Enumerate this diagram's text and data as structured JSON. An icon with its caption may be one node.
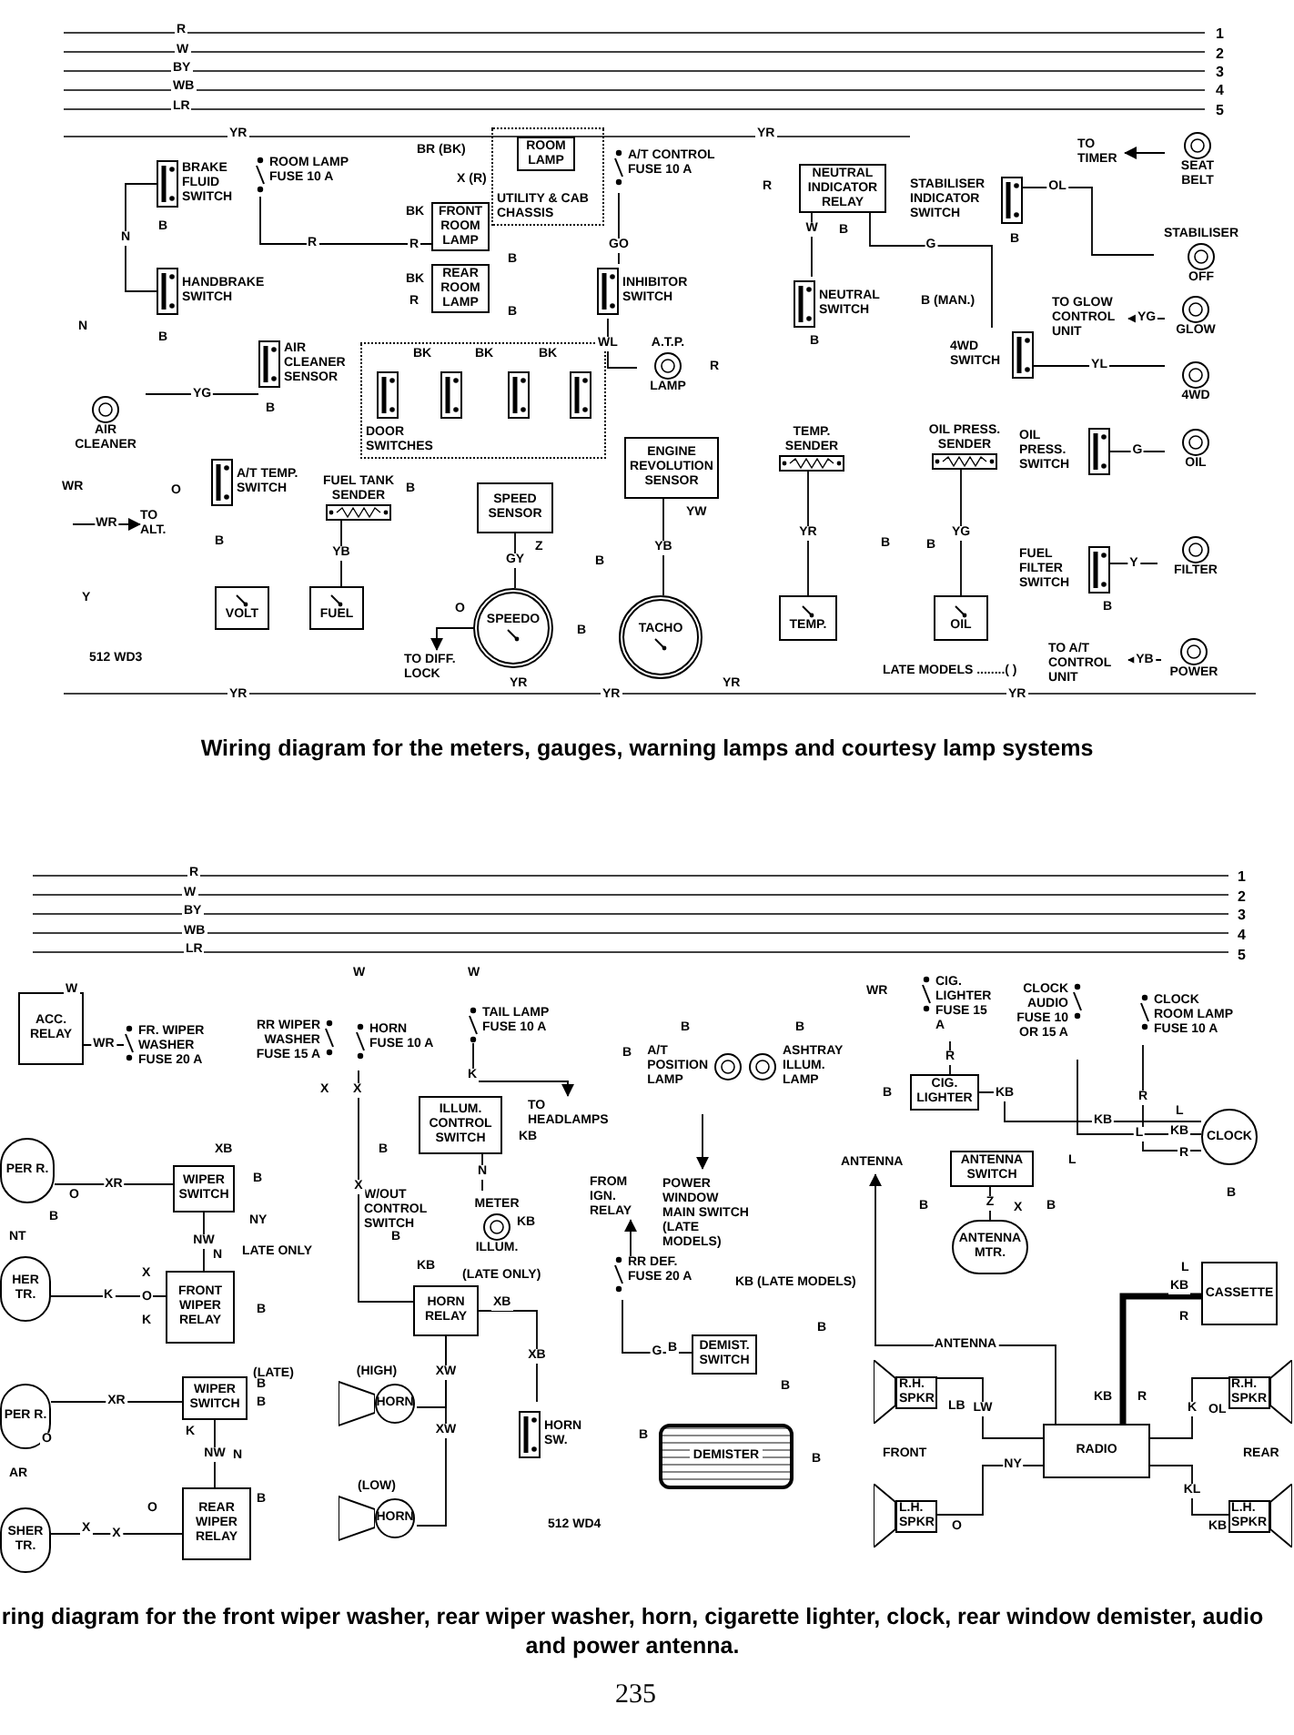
{
  "diagram": {
    "nodes": [
      {
        "text": [
          "BRAKE FLUID SWITCH"
        ]
      },
      {
        "text": [
          "HANDBRAKE SWITCH"
        ]
      },
      {
        "text": [
          "ROOM LAMP FUSE 10 A"
        ]
      },
      {
        "text": [
          "UTILITY & CAB CHASSIS"
        ]
      },
      {
        "text": [
          "ROOM LAMP"
        ],
        "in": 3
      },
      {
        "text": [
          "FRONT ROOM LAMP"
        ]
      },
      {
        "text": [
          "REAR ROOM LAMP"
        ]
      },
      {
        "text": [
          "A/T CONTROL FUSE 10 A"
        ]
      },
      {
        "text": [
          "NEUTRAL INDICATOR RELAY"
        ]
      },
      {
        "text": [
          "STABILISER INDICATOR SWITCH"
        ]
      },
      {
        "text": [
          "SEAT BELT"
        ]
      },
      {
        "text": [
          "TO TIMER"
        ]
      },
      {
        "text": [
          "STABILISER",
          "OFF"
        ]
      },
      {
        "text": [
          "INHIBITOR SWITCH"
        ]
      },
      {
        "text": [
          "NEUTRAL SWITCH"
        ]
      },
      {
        "text": [
          "TO GLOW CONTROL UNIT"
        ]
      },
      {
        "text": [
          "GLOW"
        ]
      },
      {
        "text": [
          "4WD SWITCH"
        ]
      },
      {
        "text": [
          "4WD"
        ]
      },
      {
        "text": [
          "AIR CLEANER SENSOR"
        ]
      },
      {
        "text": [
          "AIR CLEANER"
        ]
      },
      {
        "text": [
          "A.T.P.",
          "LAMP"
        ]
      },
      {
        "text": [
          "DOOR SWITCHES"
        ]
      },
      {
        "text": [],
        "shape": "switch",
        "in": 22
      },
      {
        "text": [],
        "shape": "switch",
        "in": 22
      },
      {
        "text": [],
        "shape": "switch",
        "in": 22
      },
      {
        "text": [],
        "shape": "switch",
        "in": 22
      },
      {
        "text": [
          "ENGINE REVOLUTION SENSOR"
        ]
      },
      {
        "text": [
          "TEMP. SENDER"
        ]
      },
      {
        "text": [
          "OIL PRESS. SENDER"
        ]
      },
      {
        "text": [
          "OIL PRESS. SWITCH"
        ]
      },
      {
        "text": [
          "OIL"
        ]
      },
      {
        "text": [
          "A/T TEMP. SWITCH"
        ]
      },
      {
        "text": [
          "FUEL TANK SENDER"
        ]
      },
      {
        "text": [
          "SPEED SENSOR"
        ]
      },
      {
        "text": [
          "TO ALT."
        ]
      },
      {
        "text": [
          "FUEL FILTER SWITCH"
        ]
      },
      {
        "text": [
          "FILTER"
        ]
      },
      {
        "text": [
          "VOLT"
        ]
      },
      {
        "text": [
          "FUEL"
        ]
      },
      {
        "text": [
          "SPEEDO"
        ]
      },
      {
        "text": [
          "TACHO"
        ]
      },
      {
        "text": [
          "TEMP."
        ]
      },
      {
        "text": [
          "OIL"
        ]
      },
      {
        "text": [
          "TO DIFF. LOCK"
        ]
      },
      {
        "text": [
          "TO A/T CONTROL UNIT"
        ]
      },
      {
        "text": [
          "POWER"
        ]
      },
      {
        "text": [
          "ACC. RELAY"
        ]
      },
      {
        "text": [
          "FR. WIPER WASHER FUSE 20 A"
        ]
      },
      {
        "text": [
          "RR WIPER WASHER FUSE 15 A"
        ]
      },
      {
        "text": [
          "HORN FUSE 10 A"
        ]
      },
      {
        "text": [
          "TAIL LAMP FUSE 10 A"
        ]
      },
      {
        "text": [
          "TO HEADLAMPS"
        ]
      },
      {
        "text": [
          "ILLUM. CONTROL SWITCH"
        ]
      },
      {
        "text": [
          "PER R."
        ]
      },
      {
        "text": [
          "WIPER SWITCH"
        ]
      },
      {
        "text": [
          "HER TR."
        ]
      },
      {
        "text": [
          "FRONT WIPER RELAY"
        ]
      },
      {
        "text": [
          "W/OUT CONTROL SWITCH"
        ]
      },
      {
        "text": [
          "METER",
          "ILLUM."
        ]
      },
      {
        "text": [
          "FROM IGN. RELAY"
        ]
      },
      {
        "text": [
          "RR DEF. FUSE 20 A"
        ]
      },
      {
        "text": [
          "POWER WINDOW MAIN SWITCH (LATE MODELS)"
        ]
      },
      {
        "text": [
          "HORN RELAY"
        ]
      },
      {
        "text": [
          "PER R."
        ]
      },
      {
        "text": [
          "WIPER SWITCH"
        ],
        "beside": [
          "(LATE)"
        ]
      },
      {
        "text": [
          "(HIGH)",
          "HORN"
        ]
      },
      {
        "text": [
          "HORN SW."
        ]
      },
      {
        "text": [
          "DEMIST. SWITCH"
        ]
      },
      {
        "text": [
          "DEMISTER"
        ]
      },
      {
        "text": [
          "SHER TR."
        ]
      },
      {
        "text": [
          "REAR WIPER RELAY"
        ]
      },
      {
        "text": [
          "(LOW)",
          "HORN"
        ]
      },
      {
        "text": [
          "A/T POSITION LAMP"
        ]
      },
      {
        "text": [
          "ASHTRAY ILLUM. LAMP"
        ]
      },
      {
        "text": [
          "CIG. LIGHTER FUSE 15 A"
        ]
      },
      {
        "text": [
          "CIG. LIGHTER"
        ]
      },
      {
        "text": [
          "CLOCK AUDIO FUSE 10 OR 15 A"
        ]
      },
      {
        "text": [
          "CLOCK ROOM LAMP FUSE 10 A"
        ]
      },
      {
        "text": [
          "ANTENNA"
        ]
      },
      {
        "text": [
          "ANTENNA SWITCH"
        ]
      },
      {
        "text": [
          "CLOCK"
        ]
      },
      {
        "text": [
          "ANTENNA MTR."
        ]
      },
      {
        "text": [
          "CASSETTE"
        ]
      },
      {
        "text": [
          "R.H. SPKR"
        ]
      },
      {
        "text": [
          "RADIO"
        ]
      },
      {
        "text": [
          "L.H. SPKR"
        ]
      },
      {
        "text": [
          "R.H. SPKR"
        ]
      },
      {
        "text": [
          "L.H. SPKR"
        ]
      }
    ],
    "edges": [
      {
        "from": 10,
        "to": 11,
        "arrow": "to"
      },
      {
        "from": 12,
        "to": 9,
        "arrow": "none",
        "label": "OL"
      },
      {
        "from": 16,
        "to": 15,
        "arrow": "to",
        "label": "YG"
      },
      {
        "from": 18,
        "to": 17,
        "arrow": "none",
        "label": "YL"
      },
      {
        "from": 31,
        "to": 30,
        "arrow": "none",
        "label": "G"
      },
      {
        "from": 37,
        "to": 36,
        "arrow": "none",
        "label": "Y"
      },
      {
        "from": 46,
        "to": 45,
        "arrow": "to",
        "label": "YB"
      },
      {
        "from": 8,
        "to": 14,
        "arrow": "none",
        "label": "W"
      },
      {
        "from": 8,
        "to": 17,
        "arrow": "none",
        "label": "G"
      },
      {
        "from": 13,
        "to": 21,
        "arrow": "none",
        "label": "WL"
      },
      {
        "from": 7,
        "to": 13,
        "arrow": "none",
        "label": "GO"
      },
      {
        "from": 20,
        "to": 19,
        "arrow": "none",
        "label": "YG"
      },
      {
        "from": 2,
        "to": 5,
        "arrow": "none",
        "label": "R"
      },
      {
        "from": 0,
        "to": 1,
        "arrow": "none",
        "label": "N"
      },
      {
        "from": 34,
        "to": 40,
        "arrow": "none",
        "label": "GY"
      },
      {
        "from": 27,
        "to": 41,
        "arrow": "none",
        "label": "YB"
      },
      {
        "from": 28,
        "to": 42,
        "arrow": "none",
        "label": "YR"
      },
      {
        "from": 29,
        "to": 43,
        "arrow": "none",
        "label": "YG"
      },
      {
        "from": 33,
        "to": 39,
        "arrow": "none",
        "label": "YB"
      },
      {
        "from": 40,
        "to": 44,
        "arrow": "to"
      },
      {
        "from": null,
        "to": 35,
        "arrow": "to",
        "label": "WR"
      },
      {
        "from": 47,
        "to": 48,
        "arrow": "none",
        "label": "WR"
      },
      {
        "from": 55,
        "to": 57,
        "arrow": "none",
        "label": "NW"
      },
      {
        "from": 56,
        "to": 57,
        "arrow": "none",
        "label": "K"
      },
      {
        "from": 54,
        "to": 55,
        "arrow": "none",
        "label": "XR"
      },
      {
        "from": 53,
        "to": 59,
        "arrow": "none",
        "label": "N"
      },
      {
        "from": 51,
        "to": 52,
        "arrow": "to"
      },
      {
        "from": 50,
        "to": 63,
        "arrow": "none",
        "label": "X"
      },
      {
        "from": 63,
        "to": 66,
        "arrow": "none",
        "label": "XW"
      },
      {
        "from": 63,
        "to": 72,
        "arrow": "none",
        "label": "XW"
      },
      {
        "from": 63,
        "to": 67,
        "arrow": "none",
        "label": "XB"
      },
      {
        "from": 61,
        "to": 60,
        "arrow": "to"
      },
      {
        "from": 61,
        "to": 68,
        "arrow": "none",
        "label": "G"
      },
      {
        "from": 65,
        "to": 71,
        "arrow": "none",
        "label": "NW"
      },
      {
        "from": 64,
        "to": 65,
        "arrow": "none",
        "label": "XR"
      },
      {
        "from": 70,
        "to": 71,
        "arrow": "none",
        "label": "X"
      },
      {
        "from": 75,
        "to": 76,
        "arrow": "none",
        "label": "R"
      },
      {
        "from": 82,
        "to": 80,
        "arrow": "none",
        "label": "Z"
      },
      {
        "from": 85,
        "to": 79,
        "arrow": "to",
        "label": "ANTENNA"
      },
      {
        "from": 84,
        "to": 85,
        "arrow": "none",
        "label": "LW"
      },
      {
        "from": 86,
        "to": 85,
        "arrow": "none",
        "label": "NY"
      },
      {
        "from": 87,
        "to": 85,
        "arrow": "none",
        "label": "K"
      },
      {
        "from": 88,
        "to": 85,
        "arrow": "none",
        "label": "KL"
      },
      {
        "from": 85,
        "to": 83,
        "arrow": "none",
        "style": "thick"
      },
      {
        "from": 77,
        "to": 81,
        "arrow": "none",
        "label": "L"
      },
      {
        "from": 78,
        "to": 81,
        "arrow": "none",
        "label": "R"
      },
      {
        "from": null,
        "to": 62,
        "arrow": "to"
      },
      {
        "from": 76,
        "to": 81,
        "arrow": "none",
        "label": "KB"
      }
    ],
    "labels": [
      "R",
      "W",
      "BY",
      "WB",
      "LR",
      "1",
      "2",
      "3",
      "4",
      "5",
      "YR",
      "BR (BK)",
      "X (R)",
      "BK",
      "R",
      "BK",
      "R",
      "B",
      "B",
      "B",
      "B",
      "N",
      "YR",
      "R",
      "B",
      "B",
      "B (MAN.)",
      "B",
      "BK",
      "BK",
      "BK",
      "B",
      "R",
      "WR",
      "O",
      "Y",
      "B",
      "B",
      "Z",
      "YW",
      "B",
      "B",
      "B",
      "O",
      "B",
      "YR",
      "YR",
      "YR",
      "YR",
      "YR",
      "LATE MODELS ........( )",
      "512 WD3",
      "B",
      "Wiring diagram for the meters, gauges, warning lamps and courtesy lamp systems",
      "R",
      "W",
      "BY",
      "WB",
      "LR",
      "1",
      "2",
      "3",
      "4",
      "5",
      "W",
      "W",
      "W",
      "X",
      "X",
      "K",
      "KB",
      "B",
      "NT",
      "XB",
      "B",
      "NY",
      "O",
      "B",
      "N",
      "LATE ONLY",
      "X",
      "O",
      "K",
      "B",
      "B",
      "KB",
      "KB",
      "(LATE ONLY)",
      "XB",
      "B",
      "B",
      "AR",
      "O",
      "K",
      "N",
      "B",
      "X",
      "O",
      "B",
      "B",
      "KB (LATE MODELS)",
      "B",
      "B",
      "B",
      "B",
      "WR",
      "B",
      "B",
      "B",
      "KB",
      "L",
      "KB",
      "R",
      "B",
      "B",
      "X",
      "B",
      "L",
      "KB",
      "R",
      "L",
      "KB",
      "R",
      "LB",
      "O",
      "OL",
      "KB",
      "FRONT",
      "REAR",
      "512 WD4",
      "ring diagram for the front wiper washer, rear wiper washer, horn, cigarette lighter, clock, rear window demister, audio and power  antenna.",
      "235"
    ]
  }
}
